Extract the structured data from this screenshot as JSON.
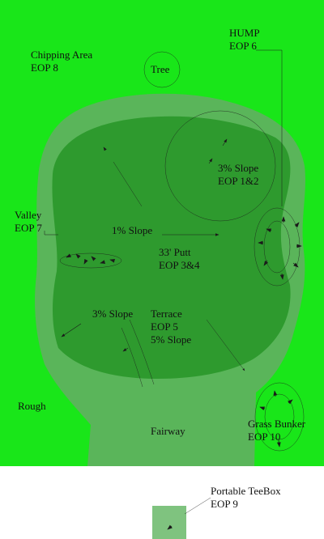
{
  "colors": {
    "rough": "#19e619",
    "fringe": "#5ab55a",
    "green": "#2e9a2e",
    "teebox": "#7fc37f",
    "line": "#1a1a1a"
  },
  "labels": {
    "chipping_area": {
      "line1": "Chipping Area",
      "line2": "EOP 8"
    },
    "hump": {
      "line1": "HUMP",
      "line2": "EOP 6"
    },
    "tree": "Tree",
    "slope_3_upper": {
      "line1": "3% Slope",
      "line2": "EOP 1&2"
    },
    "valley": {
      "line1": "Valley",
      "line2": "EOP 7"
    },
    "slope_1": "1% Slope",
    "putt": {
      "line1": "33' Putt",
      "line2": "EOP 3&4"
    },
    "slope_3_lower": "3% Slope",
    "terrace": {
      "line1": "Terrace",
      "line2": "EOP 5",
      "line3": "5% Slope"
    },
    "rough": "Rough",
    "fairway": "Fairway",
    "grass_bunker": {
      "line1": "Grass Bunker",
      "line2": "EOP 10"
    },
    "portable_teebox": {
      "line1": "Portable TeeBox",
      "line2": "EOP 9"
    }
  }
}
